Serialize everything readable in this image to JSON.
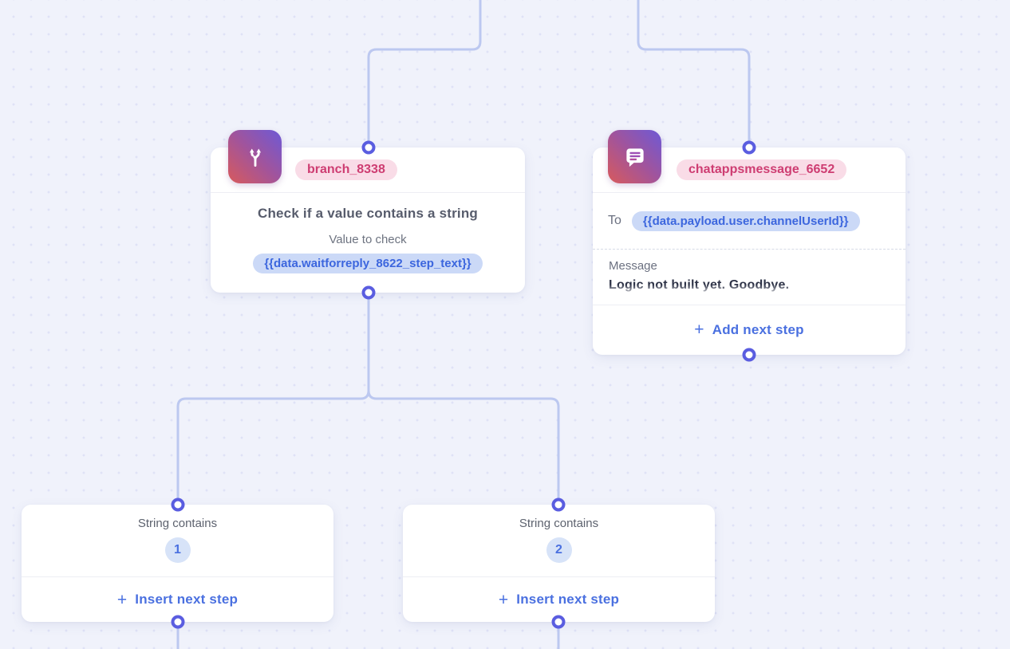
{
  "colors": {
    "canvas_bg": "#f0f2fb",
    "grid_dot": "#dfe2f6",
    "connector_line": "#bcc8f0",
    "connector_dot_ring": "#5a5de0",
    "badge_pink_bg": "#f9dce7",
    "badge_pink_text": "#ce3d72",
    "pill_blue_bg": "#cbd9f7",
    "pill_blue_text": "#3c66de",
    "action_link_blue": "#4a70e0",
    "icon_gradient_start": "#d85a5c",
    "icon_gradient_end": "#6d59d6"
  },
  "branch_node": {
    "badge": "branch_8338",
    "title": "Check if a value contains a string",
    "field_label": "Value to check",
    "field_value": "{{data.waitforreply_8622_step_text}}"
  },
  "message_node": {
    "badge": "chatappsmessage_6652",
    "to_label": "To",
    "to_value": "{{data.payload.user.channelUserId}}",
    "message_label": "Message",
    "message_text": "Logic not built yet. Goodbye.",
    "plus": "+",
    "action": "Add next step"
  },
  "condition_nodes": [
    {
      "title": "String contains",
      "number": "1",
      "plus": "+",
      "action": "Insert next step"
    },
    {
      "title": "String contains",
      "number": "2",
      "plus": "+",
      "action": "Insert next step"
    }
  ]
}
